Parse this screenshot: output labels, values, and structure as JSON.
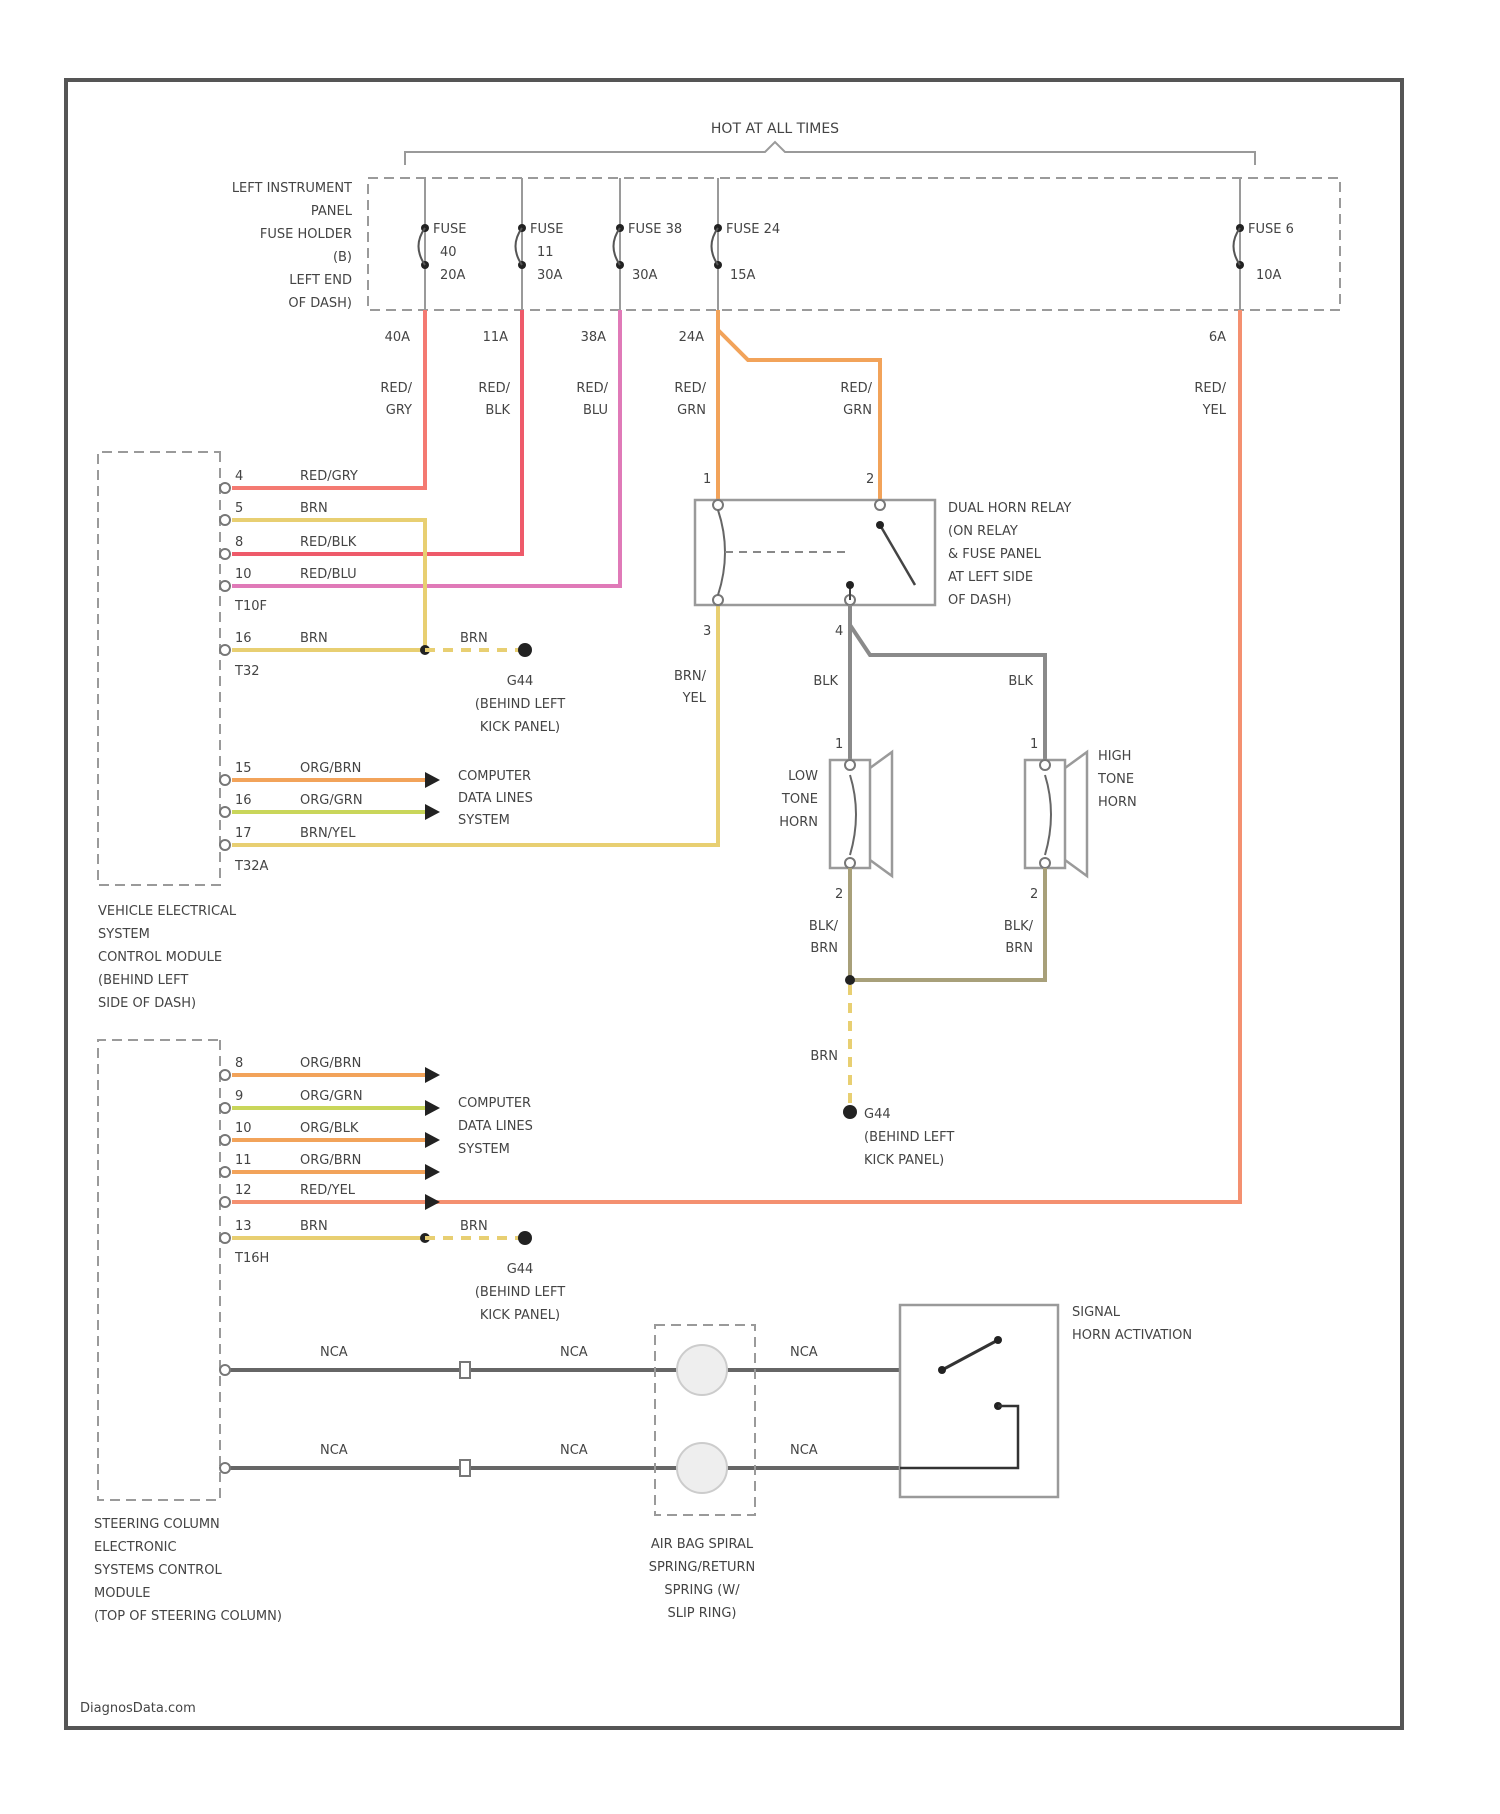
{
  "title": "HOT AT ALL TIMES",
  "fuse_holder": {
    "label_lines": [
      "LEFT INSTRUMENT",
      "PANEL",
      "FUSE HOLDER",
      "(B)",
      "LEFT END",
      "OF DASH)"
    ],
    "fuses": [
      {
        "name": "FUSE",
        "id": "40",
        "rating": "20A",
        "pin": "40A"
      },
      {
        "name": "FUSE",
        "id": "11",
        "rating": "30A",
        "pin": "11A"
      },
      {
        "name": "FUSE",
        "id": "38",
        "rating": "30A",
        "pin": "38A"
      },
      {
        "name": "FUSE",
        "id": "24",
        "rating": "15A",
        "pin": "24A"
      },
      {
        "name": "FUSE",
        "id": "6",
        "rating": "10A",
        "pin": "6A"
      }
    ],
    "fuse_3_label": "FUSE 38",
    "fuse_4_label": "FUSE 24",
    "fuse_5_label": "FUSE 6"
  },
  "wire_colors": {
    "red_gry": "RED/ GRY",
    "red_blk": "RED/ BLK",
    "red_blu": "RED/ BLU",
    "red_grn": "RED/ GRN",
    "red_grn2": "RED/ GRN",
    "red_yel": "RED/ YEL",
    "brn_yel": "BRN/ YEL",
    "blk1": "BLK",
    "blk2": "BLK",
    "blk_brn1": "BLK/ BRN",
    "blk_brn2": "BLK/ BRN",
    "brn_ground": "BRN"
  },
  "vecm": {
    "label_lines": [
      "VEHICLE ELECTRICAL",
      "SYSTEM",
      "CONTROL MODULE",
      "(BEHIND LEFT",
      "SIDE OF DASH)"
    ],
    "pins": [
      {
        "pin": "4",
        "wire": "RED/GRY"
      },
      {
        "pin": "5",
        "wire": "BRN"
      },
      {
        "pin": "8",
        "wire": "RED/BLK"
      },
      {
        "pin": "10",
        "wire": "RED/BLU"
      }
    ],
    "conn1": "T10F",
    "pin_brn": "16",
    "wire_brn": "BRN",
    "conn2": "T32",
    "pins2": [
      {
        "pin": "15",
        "wire": "ORG/BRN"
      },
      {
        "pin": "16",
        "wire": "ORG/GRN"
      },
      {
        "pin": "17",
        "wire": "BRN/YEL"
      }
    ],
    "conn3": "T32A"
  },
  "ground1": {
    "wire": "BRN",
    "label_lines": [
      "G44",
      "(BEHIND LEFT",
      "KICK PANEL)"
    ]
  },
  "cdl1": [
    "COMPUTER",
    "DATA LINES",
    "SYSTEM"
  ],
  "relay": {
    "label_lines": [
      "DUAL HORN RELAY",
      "(ON RELAY",
      "& FUSE PANEL",
      "AT LEFT SIDE",
      "OF DASH)"
    ],
    "pins": [
      "1",
      "2",
      "3",
      "4"
    ]
  },
  "low_horn": {
    "label_lines": [
      "LOW",
      "TONE",
      "HORN"
    ],
    "pin_top": "1",
    "pin_bottom": "2"
  },
  "high_horn": {
    "label_lines": [
      "HIGH",
      "TONE",
      "HORN"
    ],
    "pin_top": "1",
    "pin_bottom": "2"
  },
  "ground2": {
    "wire": "BRN",
    "label_lines": [
      "G44",
      "(BEHIND LEFT",
      "KICK PANEL)"
    ]
  },
  "sccm": {
    "label_lines": [
      "STEERING COLUMN",
      "ELECTRONIC",
      "SYSTEMS CONTROL",
      "MODULE",
      "(TOP OF STEERING COLUMN)"
    ],
    "pins": [
      {
        "pin": "8",
        "wire": "ORG/BRN"
      },
      {
        "pin": "9",
        "wire": "ORG/GRN"
      },
      {
        "pin": "10",
        "wire": "ORG/BLK"
      },
      {
        "pin": "11",
        "wire": "ORG/BRN"
      },
      {
        "pin": "12",
        "wire": "RED/YEL"
      },
      {
        "pin": "13",
        "wire": "BRN"
      }
    ],
    "conn": "T16H",
    "brn_right": "BRN"
  },
  "ground3": {
    "wire": "BRN",
    "label_lines": [
      "G44",
      "(BEHIND LEFT",
      "KICK PANEL)"
    ]
  },
  "cdl2": [
    "COMPUTER",
    "DATA LINES",
    "SYSTEM"
  ],
  "nca": "NCA",
  "spiral": {
    "label_lines": [
      "AIR BAG SPIRAL",
      "SPRING/RETURN",
      "SPRING (W/",
      "SLIP RING)"
    ]
  },
  "horn_switch": {
    "label_lines": [
      "SIGNAL",
      "HORN ACTIVATION"
    ]
  },
  "watermark": "DiagnosData.com",
  "colors": {
    "red_gry": "#f47a72",
    "red_blk": "#ee5a6a",
    "red_blu": "#e07ab8",
    "orange": "#f2a35a",
    "brn": "#e8cf72",
    "yel_grn": "#c9d65a",
    "gray": "#8a8a8a",
    "red_yel": "#f49070",
    "olive": "#a8a07a"
  }
}
